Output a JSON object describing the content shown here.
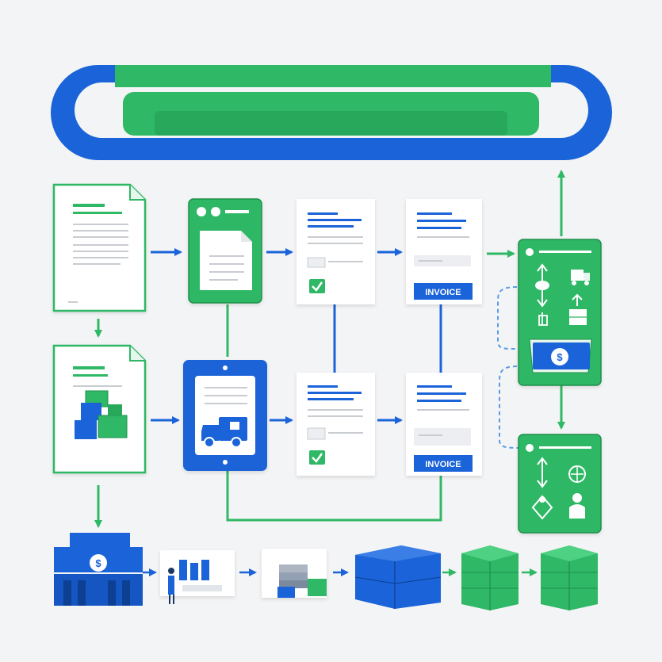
{
  "banner": {
    "colors": {
      "outer": "#1a63d8",
      "inner": "#2fb865"
    }
  },
  "row1": {
    "doc_lines": 4,
    "tablet_icon": "document-icon",
    "invoice_label": "",
    "receipt_button": "INVOICE",
    "panel_icons": [
      "up-down-arrows-icon",
      "delivery-truck-icon",
      "shipping-box-icon",
      "handcart-icon",
      "currency-coin-icon"
    ]
  },
  "row2": {
    "doc_icon": "stacked-boxes-icon",
    "tablet_icon": "delivery-truck-icon",
    "receipt_button": "INVOICE",
    "panel_icons": [
      "up-down-arrows-icon",
      "globe-money-icon",
      "warehouse-worker-icon",
      "handshake-icon"
    ]
  },
  "bottom_row": {
    "items": [
      "bank-building-icon",
      "presentation-board-icon",
      "stacked-trays-icon",
      "blue-cartons-icon",
      "green-cartons-icon",
      "green-cartons-icon"
    ]
  },
  "colors": {
    "blue": "#1a63d8",
    "green": "#2fb865",
    "dark_green": "#1e8f4c",
    "paper": "#ffffff",
    "line": "#c9ccd1",
    "background": "#f3f4f5"
  }
}
